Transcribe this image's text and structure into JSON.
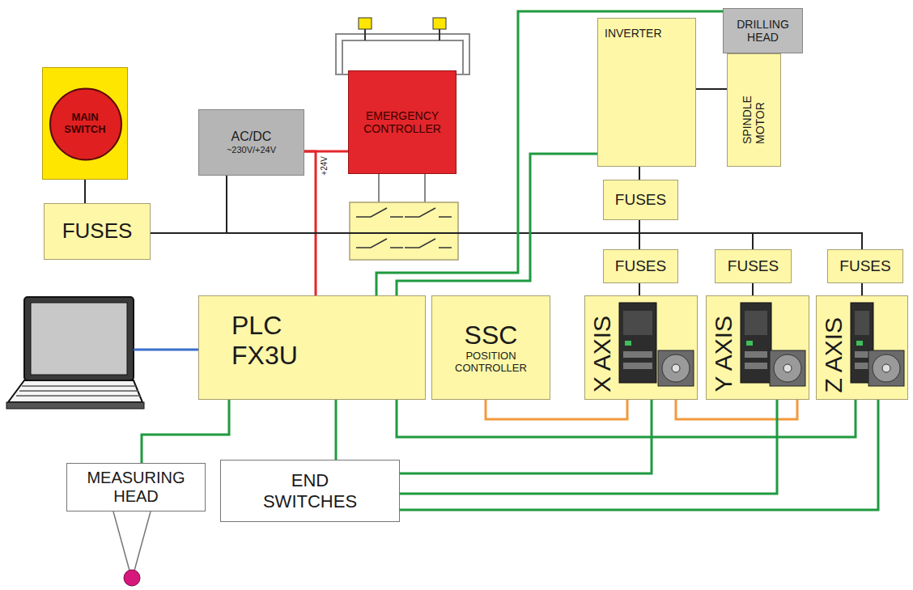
{
  "diagram": {
    "nodes": [
      {
        "text": [
          "MAIN SWITCH"
        ]
      },
      {
        "text": [
          "FUSES"
        ]
      },
      {
        "text": [
          "AC/DC",
          "~230V/+24V"
        ]
      },
      {
        "text": [
          "EMERGENCY CONTROLLER"
        ]
      },
      {
        "text": [
          "DRILLING HEAD"
        ]
      },
      {
        "text": [
          "INVERTER"
        ]
      },
      {
        "text": [
          "SPINDLE MOTOR"
        ]
      },
      {
        "text": [
          "FUSES"
        ]
      },
      {
        "text": [
          "FUSES"
        ]
      },
      {
        "text": [
          "FUSES"
        ]
      },
      {
        "text": [
          "FUSES"
        ]
      },
      {
        "text": [
          "PLC FX3U"
        ]
      },
      {
        "text": [
          "SSC",
          "POSITION CONTROLLER"
        ]
      },
      {
        "text": [
          "X AXIS"
        ]
      },
      {
        "text": [
          "Y AXIS"
        ]
      },
      {
        "text": [
          "Z AXIS"
        ]
      },
      {
        "text": [
          "MEASURING HEAD"
        ]
      },
      {
        "text": [
          "END SWITCHES"
        ]
      }
    ],
    "edges": [
      {
        "from": 0,
        "to": 1,
        "arrow": "none"
      },
      {
        "from": 1,
        "to": 2,
        "arrow": "none"
      },
      {
        "from": 2,
        "to": 3,
        "arrow": "none"
      },
      {
        "from": 2,
        "to": 11,
        "label": "+24V",
        "arrow": "none"
      },
      {
        "from": 1,
        "to": 7,
        "arrow": "none"
      },
      {
        "from": 1,
        "to": 8,
        "arrow": "none"
      },
      {
        "from": 1,
        "to": 9,
        "arrow": "none"
      },
      {
        "from": 1,
        "to": 10,
        "arrow": "none"
      },
      {
        "from": 7,
        "to": 5,
        "arrow": "none"
      },
      {
        "from": 8,
        "to": 13,
        "arrow": "none"
      },
      {
        "from": 9,
        "to": 14,
        "arrow": "none"
      },
      {
        "from": 10,
        "to": 15,
        "arrow": "none"
      },
      {
        "from": 5,
        "to": 6,
        "arrow": "none"
      },
      {
        "from": 11,
        "to": 4,
        "arrow": "none"
      },
      {
        "from": 11,
        "to": 5,
        "arrow": "none"
      },
      {
        "from": 11,
        "to": 16,
        "arrow": "none"
      },
      {
        "from": 11,
        "to": 17,
        "arrow": "none"
      },
      {
        "from": 11,
        "to": 15,
        "arrow": "none"
      },
      {
        "from": 12,
        "to": 13,
        "arrow": "none"
      },
      {
        "from": 13,
        "to": 14,
        "arrow": "none"
      },
      {
        "from": 17,
        "to": 13,
        "arrow": "none"
      },
      {
        "from": 17,
        "to": 14,
        "arrow": "none"
      },
      {
        "from": 17,
        "to": 15,
        "arrow": "none"
      }
    ]
  }
}
